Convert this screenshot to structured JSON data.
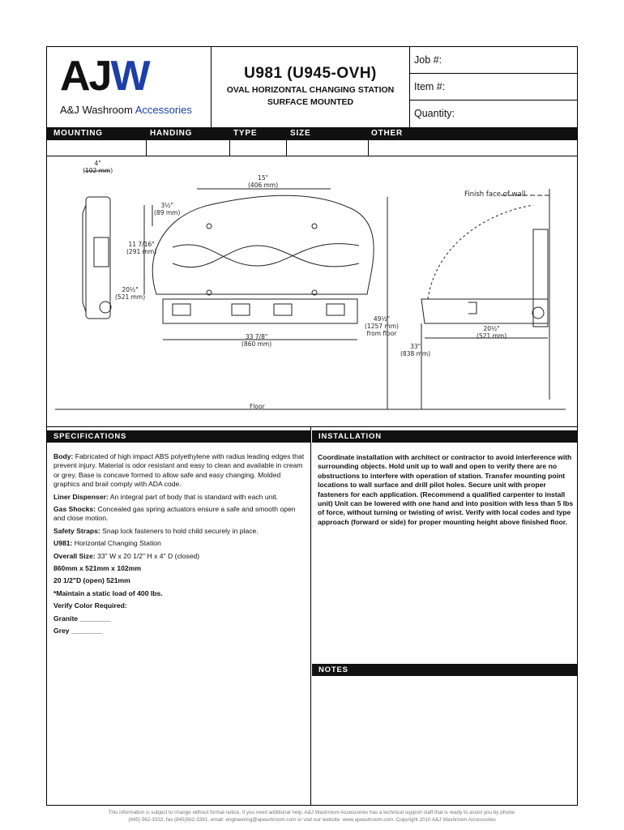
{
  "logo": {
    "mark_aj": "AJ",
    "mark_w": "W",
    "company_a": "A&J Washroom",
    "company_b": "Accessories"
  },
  "title": {
    "model": "U981 (U945-OVH)",
    "line1": "OVAL HORIZONTAL CHANGING STATION",
    "line2": "SURFACE MOUNTED"
  },
  "job_fields": {
    "job": "Job #:",
    "item": "Item #:",
    "quantity": "Quantity:"
  },
  "columns": [
    "MOUNTING",
    "HANDING",
    "TYPE",
    "SIZE",
    "OTHER"
  ],
  "dimensions": {
    "d4": "4\"\n(102 mm)",
    "d15": "15\"\n(406 mm)",
    "d3": "3½\"\n(89 mm)",
    "d11": "11 7/16\"\n(291 mm)",
    "d20": "20½\"\n(521 mm)",
    "d33w": "33 7/8\"\n(860 mm)",
    "d49": "49½\"\n(1257 mm)\nfrom floor",
    "d33": "33\"\n(838 mm)",
    "d20b": "20½\"\n(521 mm)",
    "finish": "Finish face of wall",
    "floor": "Floor"
  },
  "sections": {
    "specs": "SPECIFICATIONS",
    "install": "INSTALLATION",
    "notes": "NOTES"
  },
  "specs": {
    "body_label": "Body:",
    "body_text": " Fabricated of high impact ABS polyethylene with radius leading edges that prevent injury. Material is odor resistant and easy to clean and available in cream or grey. Base is concave formed to allow safe and easy changing. Molded graphics and brail comply with ADA code.",
    "liner_label": "Liner Dispenser:",
    "liner_text": " An integral part of body that is standard with each unit.",
    "gas_label": "Gas Shocks:",
    "gas_text": " Concealed gas spring actuators ensure a safe and smooth open and close motion.",
    "straps_label": "Safety Straps:",
    "straps_text": " Snap lock fasteners to hold child securely in place.",
    "model_label": "U981:",
    "model_text": " Horizontal Changing Station",
    "overall_label": "Overall Size:",
    "overall_text": " 33\" W x 20 1/2\" H x 4\" D (closed)",
    "metric": "860mm x 521mm x 102mm",
    "open": "20 1/2\"D (open) 521mm",
    "load": "*Maintain a static load of 400 lbs.",
    "verify": "Verify Color Required:",
    "granite": "Granite ________",
    "grey": "Grey ________"
  },
  "installation": "Coordinate installation with architect or contractor to avoid interference with surrounding objects. Hold unit up to wall and open to verify there are no obstructions to interfere with operation of station. Transfer mounting point locations to wall surface and drill pilot holes. Secure unit with proper fasteners for each application. (Recommend a qualified carpenter to install unit) Unit can be lowered with one hand and into position with less than 5 lbs of force, without turning or twisting of wrist. Verify with local codes and type approach (forward or side) for proper mounting height above finished floor.",
  "footer": {
    "line1": "This information is subject to change without formal notice. If you need additional help, A&J Washroom Accessories has a technical support staff that is ready to assist you by phone:",
    "line2": "(845) 562-3332,  fax (845)562-3391, email: engineering@ajwashroom.com or visit our website: www.ajwashroom.com. Copyright 2010 A&J Washroom Accessories"
  }
}
